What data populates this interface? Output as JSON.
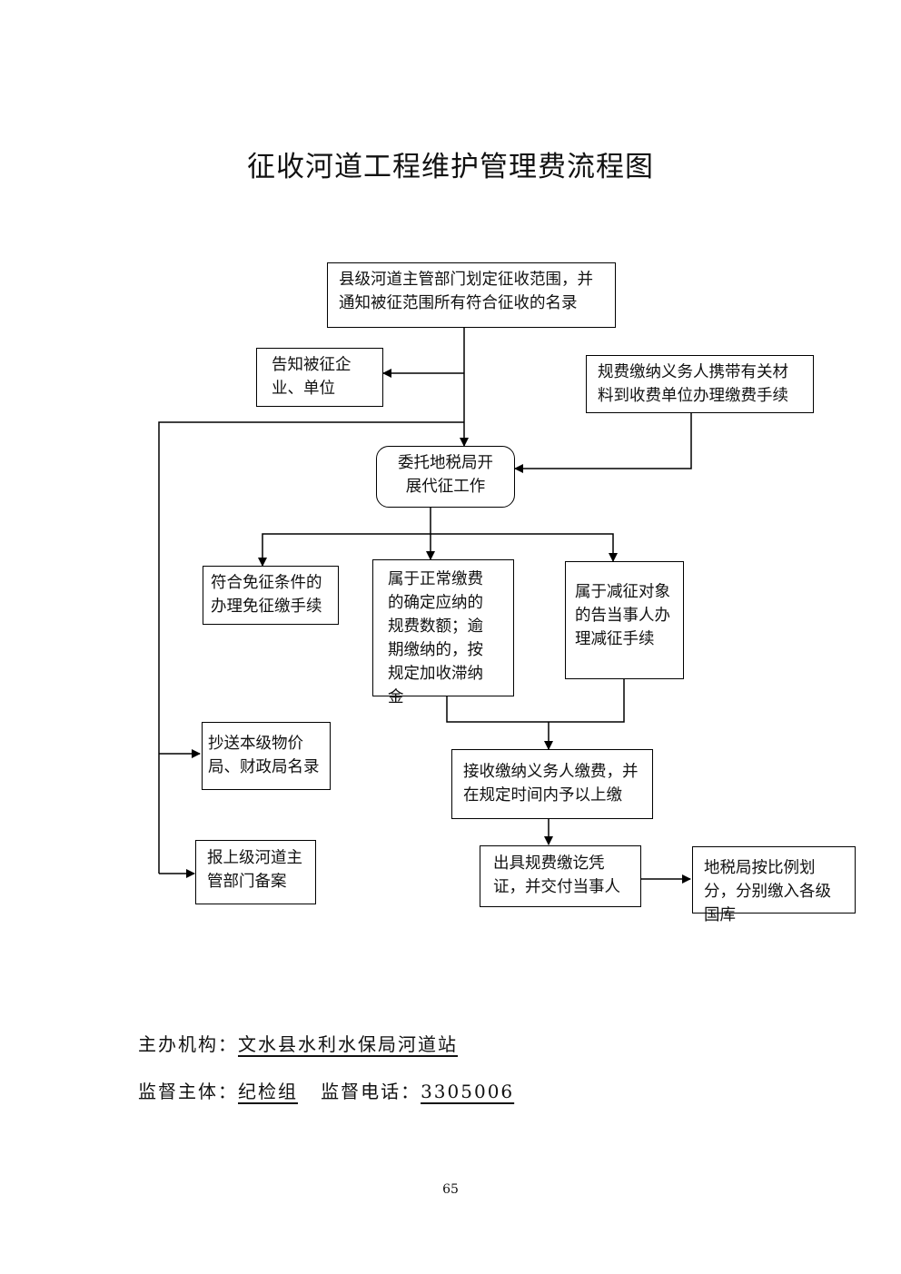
{
  "title": "征收河道工程维护管理费流程图",
  "nodes": {
    "n1": "县级河道主管部门划定征收范围，并通知被征范围所有符合征收的名录",
    "n2": "告知被征企业、单位",
    "n3": "规费缴纳义务人携带有关材料到收费单位办理缴费手续",
    "n4": "委托地税局开展代征工作",
    "n5": "符合免征条件的办理免征缴手续",
    "n6": "属于正常缴费的确定应纳的规费数额；逾期缴纳的，按规定加收滞纳金",
    "n7": "属于减征对象的告当事人办理减征手续",
    "n8": "抄送本级物价局、财政局名录",
    "n9": "接收缴纳义务人缴费，并在规定时间内予以上缴",
    "n10": "报上级河道主管部门备案",
    "n11": "出具规费缴讫凭证，并交付当事人",
    "n12": "地税局按比例划分，分别缴入各级国库"
  },
  "footer": {
    "sponsor_label": "主办机构：",
    "sponsor_value": "文水县水利水保局河道站",
    "supervisor_label": "监督主体：",
    "supervisor_value": "纪检组",
    "phone_label": "监督电话：",
    "phone_value": "3305006"
  },
  "page_number": "65"
}
